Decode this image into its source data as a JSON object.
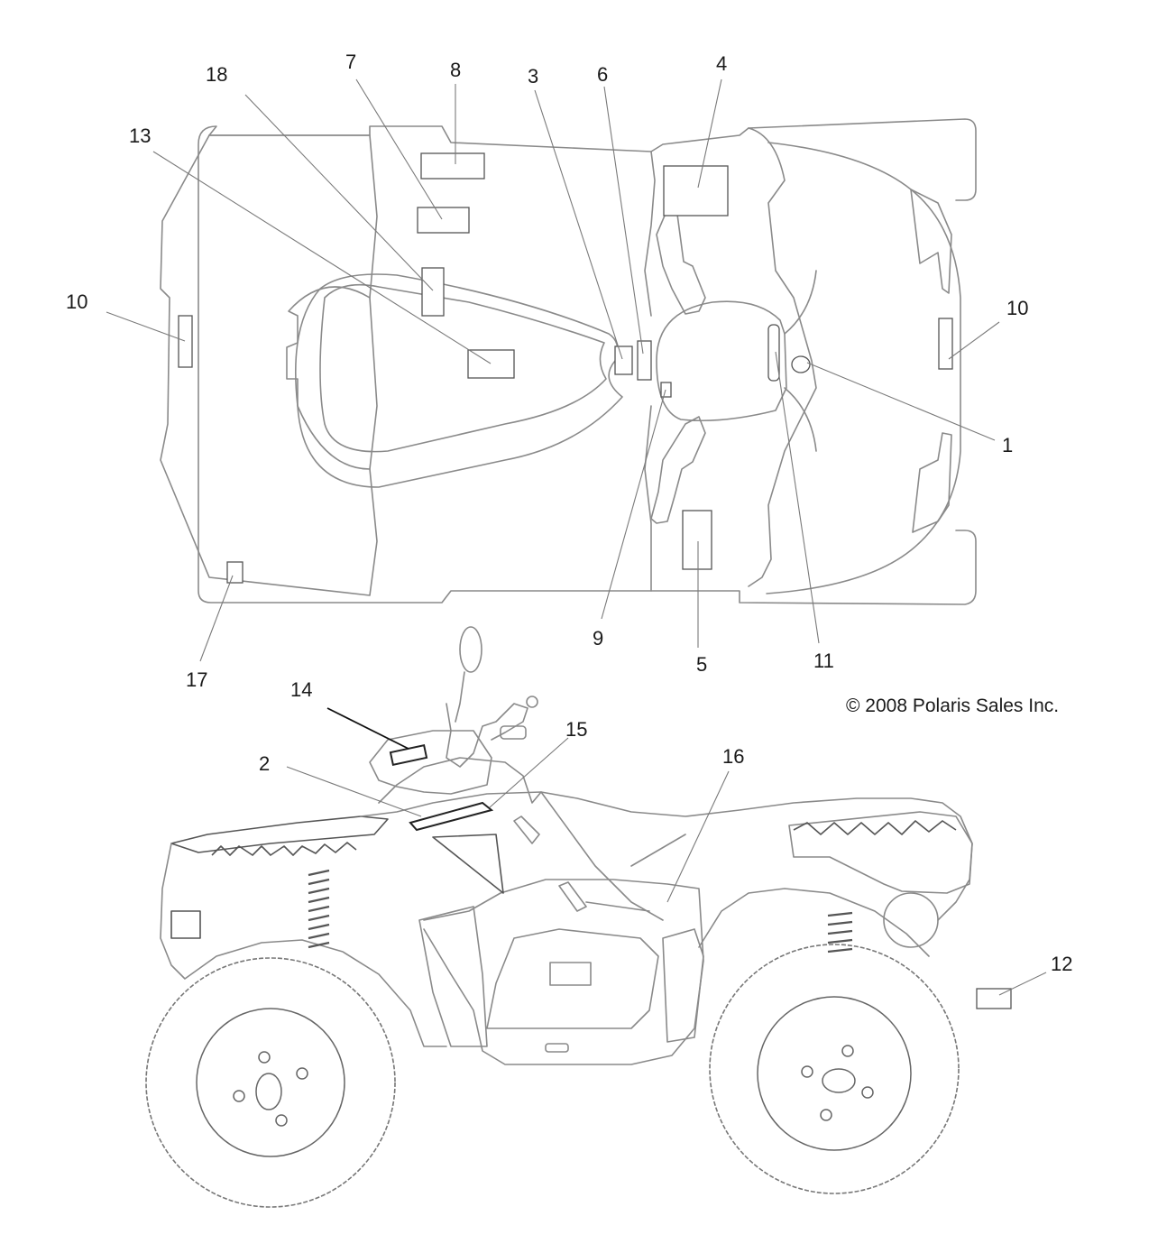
{
  "copyright": "© 2008 Polaris Sales Inc.",
  "callouts": {
    "c1": "1",
    "c2": "2",
    "c3": "3",
    "c4": "4",
    "c5": "5",
    "c6": "6",
    "c7": "7",
    "c8": "8",
    "c9": "9",
    "c10_left": "10",
    "c10_right": "10",
    "c11": "11",
    "c12": "12",
    "c13": "13",
    "c14": "14",
    "c15": "15",
    "c16": "16",
    "c17": "17",
    "c18": "18"
  }
}
